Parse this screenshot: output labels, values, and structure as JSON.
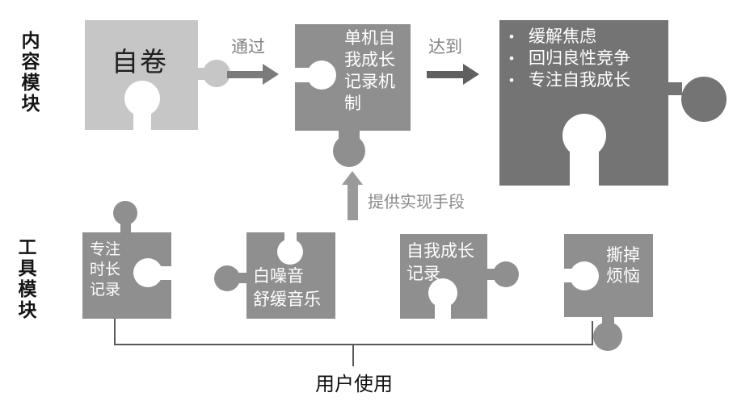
{
  "row_labels": {
    "content": "内容模块",
    "tools": "工具模块"
  },
  "flow": {
    "involution": "自卷",
    "arrow_through": "通过",
    "mechanism_lines": [
      "单机自",
      "我成长",
      "记录机",
      "制"
    ],
    "arrow_achieve": "达到",
    "outcome_bullets": [
      "缓解焦虑",
      "回归良性竞争",
      "专注自我成长"
    ],
    "provide_means": "提供实现手段"
  },
  "tools": {
    "focus_lines": [
      "专注",
      "时长",
      "记录"
    ],
    "noise_lines": [
      "白噪音",
      "舒缓音乐"
    ],
    "growth_lines": [
      "自我成长",
      "记录"
    ],
    "tear_lines": [
      "撕掉",
      "烦恼"
    ]
  },
  "footer": {
    "user_usage": "用户使用"
  },
  "colors": {
    "piece_light": "#c6c6c6",
    "piece_medium": "#8f8f8f",
    "piece_dark": "#747474",
    "arrow_gray": "#7b7b7b",
    "arrow_dark": "#5f5f5f",
    "arrow_up": "#9a9a9a",
    "caption_gray": "#828282",
    "bracket_line": "#595959"
  }
}
